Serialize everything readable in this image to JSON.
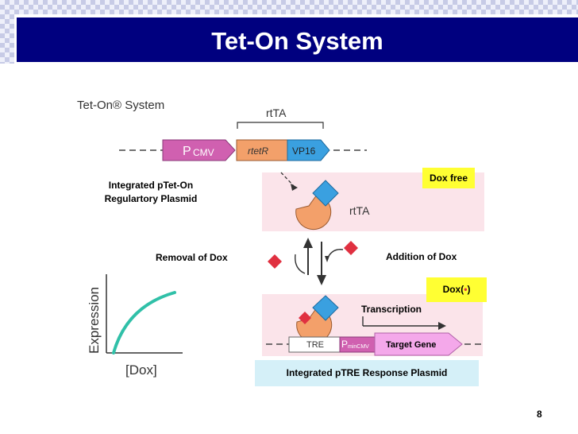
{
  "slide": {
    "title": "Tet-On System",
    "page_number": "8"
  },
  "figure": {
    "system_label": "Tet-On® System",
    "rtta_bracket_label": "rtTA",
    "promoter_label": "CMV",
    "promoter_prefix": "P",
    "rtetr_label": "rtetR",
    "vp16_label": "VP16",
    "rtta_protein_label": "rtTA",
    "tre_label": "TRE",
    "minicmv_prefix": "P",
    "minicmv_label": "minCMV",
    "target_gene_label": "Target Gene"
  },
  "labels": {
    "integrated_ptet_on": "Integrated pTet-On Regulartory Plasmid",
    "dox_free": "Dox free",
    "removal_of_dox": "Removal of Dox",
    "addition_of_dox": "Addition of Dox",
    "dox_plus_prefix": "Dox(",
    "dox_plus_dot": "•",
    "dox_plus_suffix": ")",
    "transcription": "Transcription",
    "response_plasmid": "Integrated pTRE Response Plasmid"
  },
  "graph": {
    "ylabel": "Expression",
    "xlabel": "[Dox]"
  },
  "colors": {
    "title_bar": "#00007f",
    "highlight_yellow": "#ffff33",
    "response_box": "#d5f0f8",
    "promoter_magenta": "#d060b0",
    "rtetr_orange": "#f3a06a",
    "vp16_blue": "#3aa0e0",
    "dox_red": "#e03040",
    "curve_teal": "#30c0a8"
  }
}
